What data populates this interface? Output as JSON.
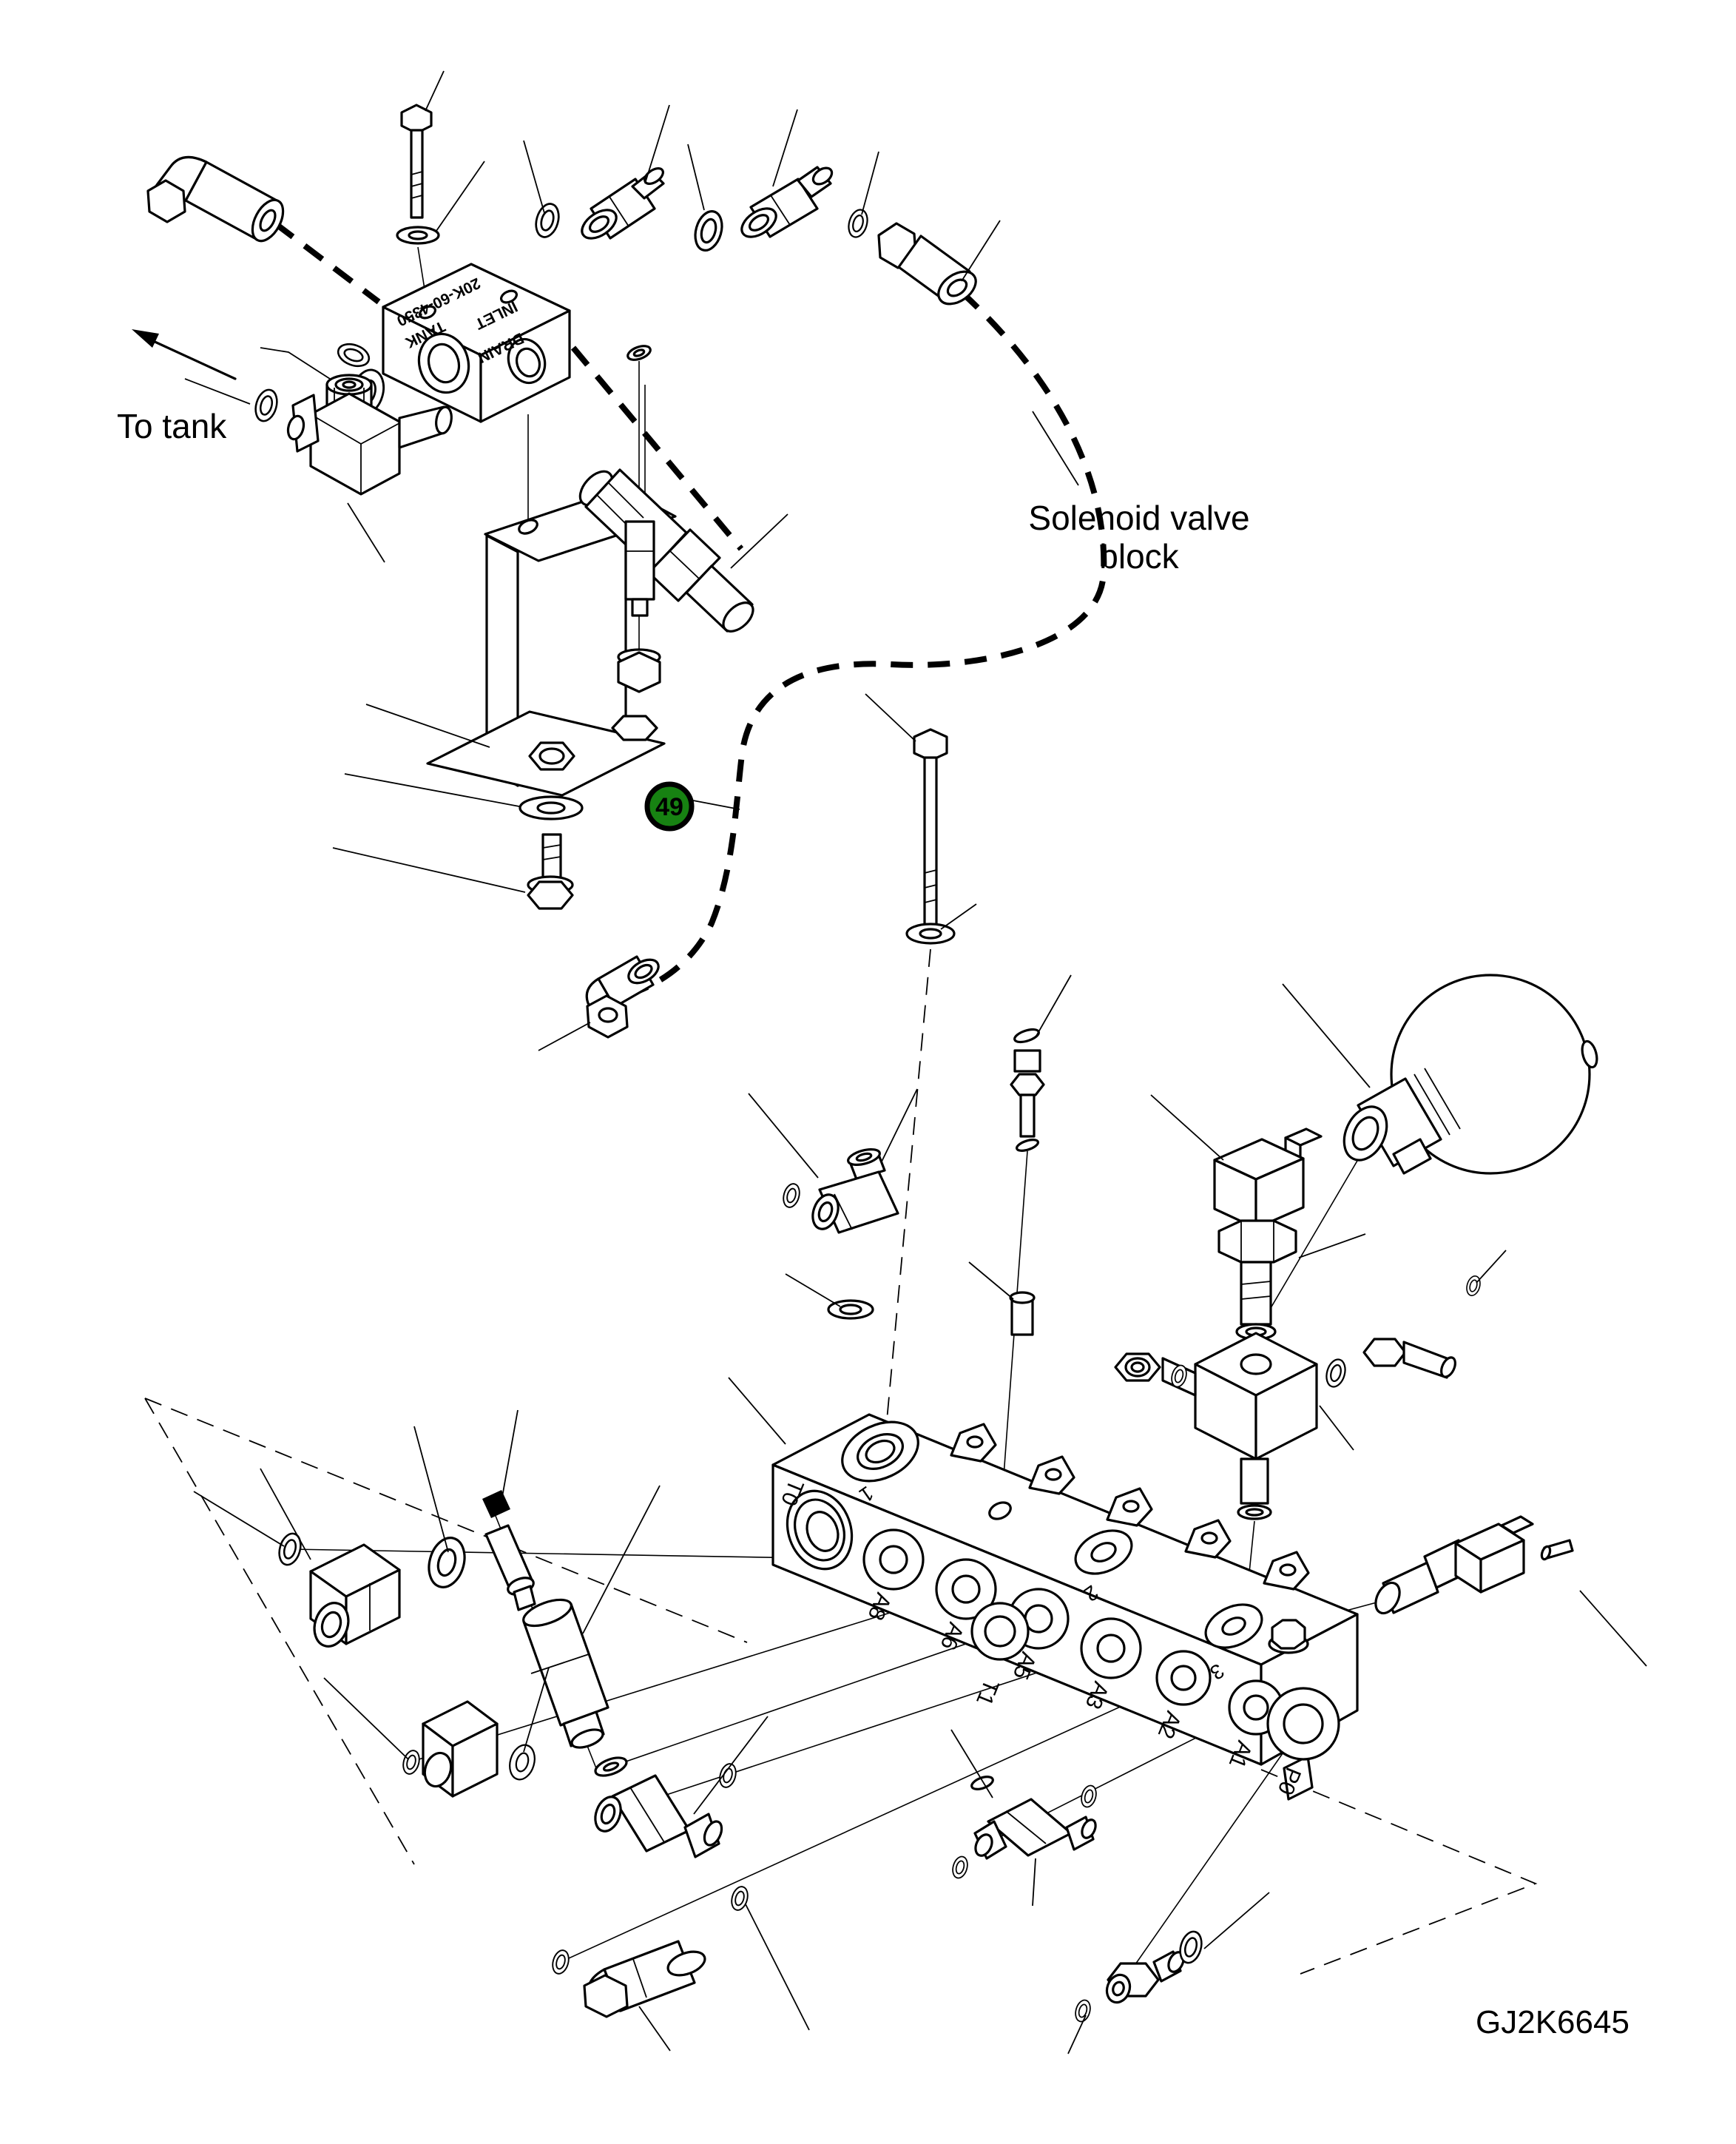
{
  "diagram": {
    "figure_code": "GJ2K6645",
    "callout_49": "49",
    "to_tank": "To tank",
    "solenoid_label": {
      "line1": "Solenoid valve",
      "line2": "block"
    },
    "inlet_block_stamp": {
      "part_no": "20K-60-4350",
      "inlet": "INLET",
      "tank": "TANK",
      "drain": "DRAIN"
    },
    "manifold_ports": {
      "end": "T0",
      "front": [
        "A8",
        "A6",
        "A5",
        "T1",
        "A3",
        "A2",
        "A1",
        "P0"
      ],
      "top": [
        "1",
        "2",
        "3"
      ]
    },
    "colors": {
      "line": "#000000",
      "background": "#ffffff",
      "badge_fill": "#178212",
      "badge_stroke": "#000000",
      "badge_text": "#ffffff"
    }
  }
}
